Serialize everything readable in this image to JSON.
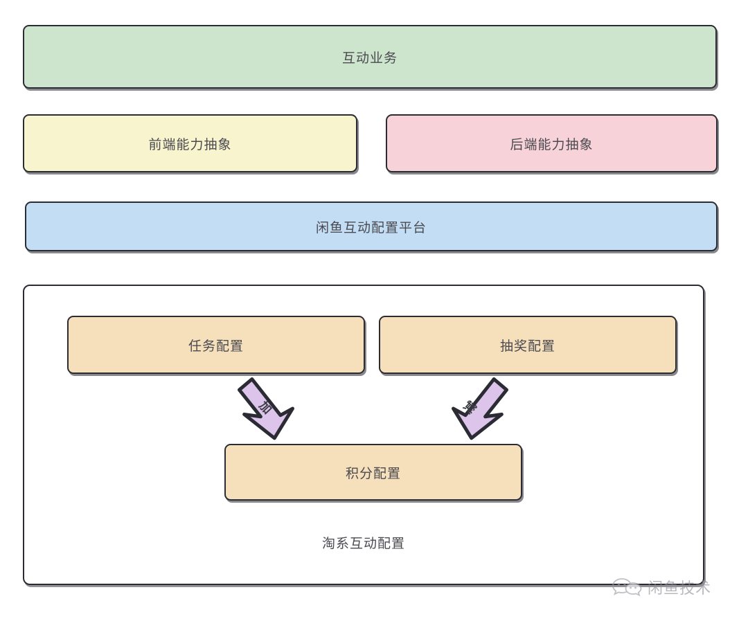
{
  "diagram": {
    "type": "layered-architecture",
    "nodes": {
      "interactive_business": "互动业务",
      "frontend_abstraction": "前端能力抽象",
      "backend_abstraction": "后端能力抽象",
      "config_platform": "闲鱼互动配置平台",
      "task_config": "任务配置",
      "lottery_config": "抽奖配置",
      "points_config": "积分配置",
      "container_title": "淘系互动配置"
    },
    "arrows": {
      "add": "加",
      "subtract": "减"
    },
    "colors": {
      "green": "#cee5cd",
      "yellow": "#f8f4ce",
      "pink": "#f7d3d9",
      "blue": "#c3ddf5",
      "tan": "#f6e0bb",
      "purple": "#dcc4ea",
      "stroke": "#2b2b33",
      "text": "#4a4a50",
      "background": "#ffffff"
    }
  },
  "watermark": {
    "text": "闲鱼技术",
    "logo": "wechat-bubbles-icon"
  }
}
